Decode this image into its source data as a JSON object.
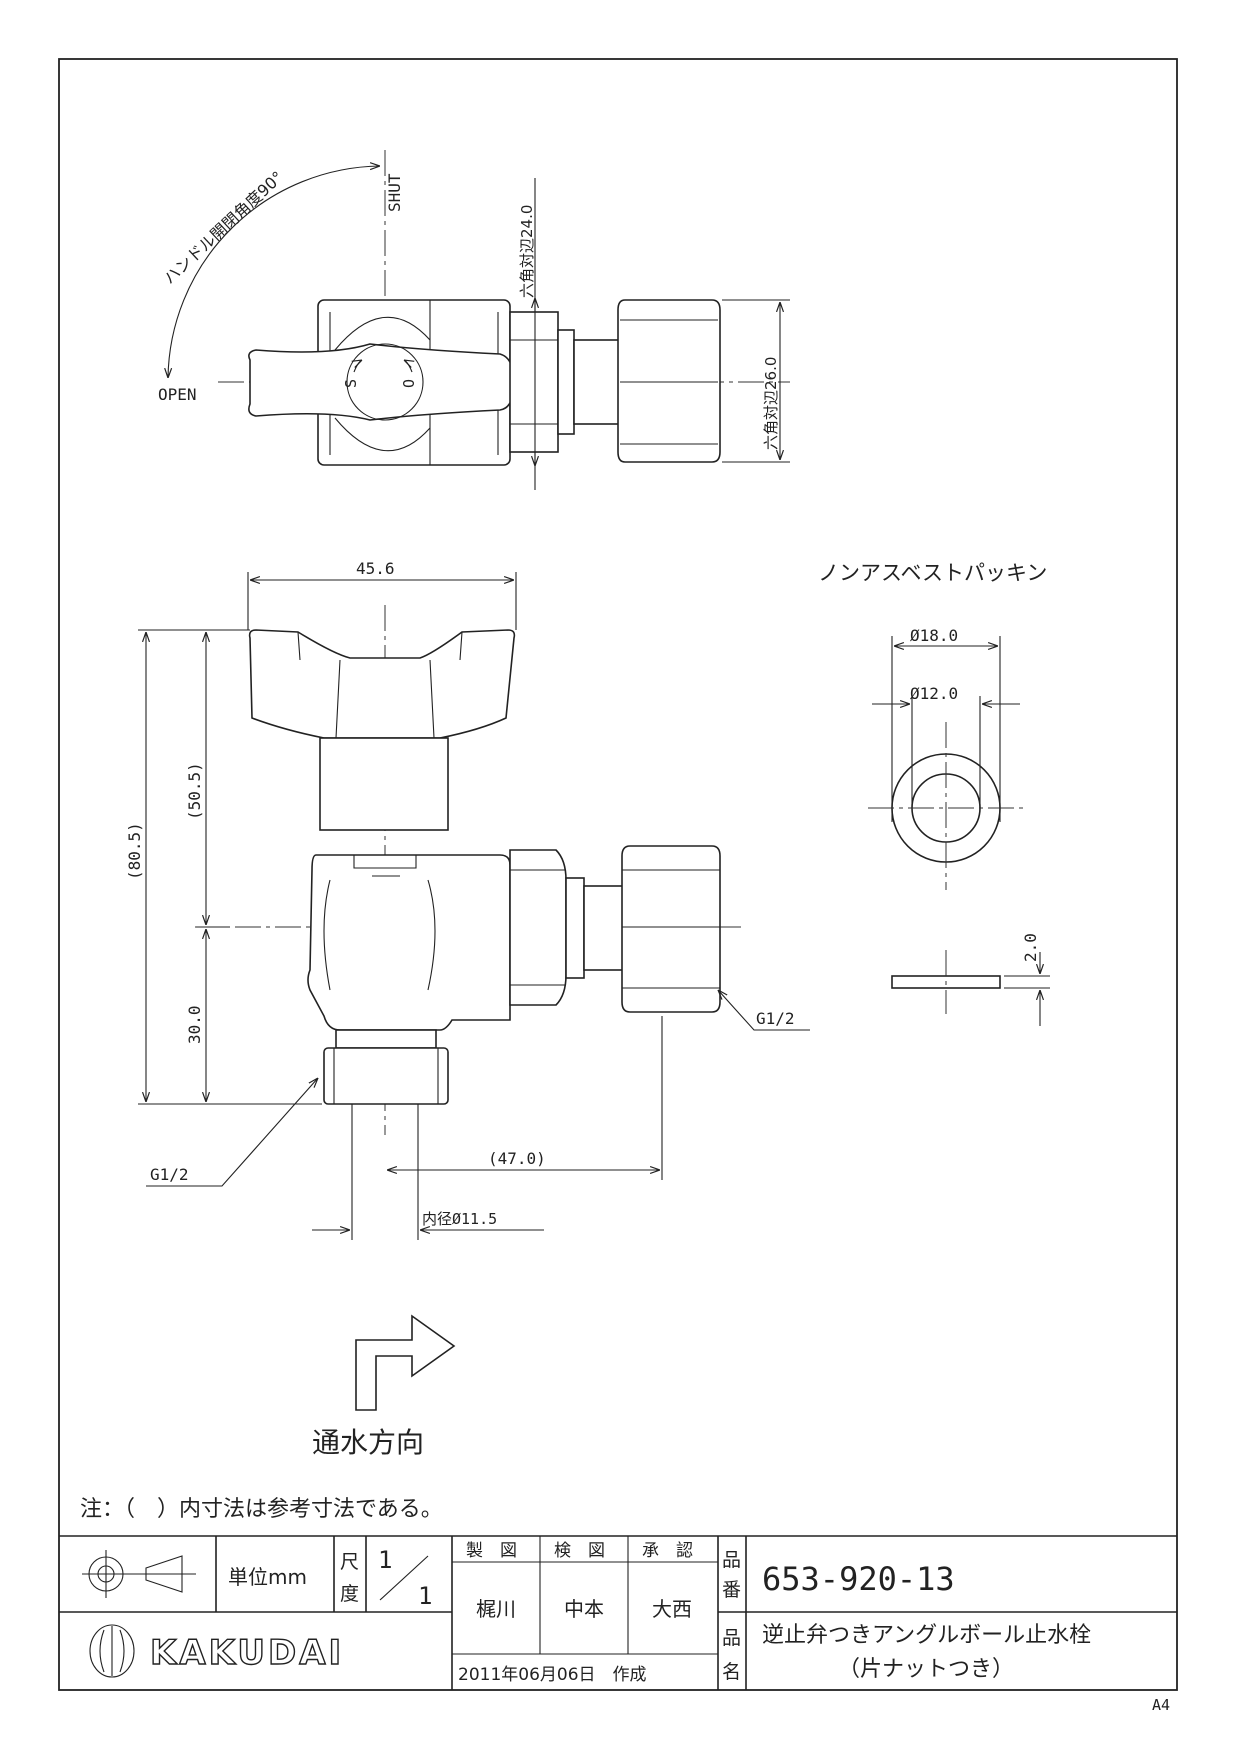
{
  "top_view": {
    "shut_label": "SHUT",
    "open_label": "OPEN",
    "handle_angle_label": "ハンドル開閉角度90°",
    "handle_mark_s": "S",
    "handle_mark_o": "O",
    "hex_small_label": "六角対辺24.0",
    "hex_large_label": "六角対辺26.0"
  },
  "front_view": {
    "width_dim": "45.6",
    "total_height_dim": "(80.5)",
    "upper_height_dim": "(50.5)",
    "lower_height_dim": "30.0",
    "outlet_offset_dim": "(47.0)",
    "inner_diameter_dim": "内径Ø11.5",
    "thread_inlet_label": "G1/2",
    "thread_outlet_label": "G1/2"
  },
  "packing": {
    "title": "ノンアスベストパッキン",
    "outer_dia": "Ø18.0",
    "inner_dia": "Ø12.0",
    "thickness": "2.0"
  },
  "flow": {
    "label": "通水方向"
  },
  "note": "注：（　）内寸法は参考寸法である。",
  "title_block": {
    "unit_label": "単位mm",
    "scale_label_1": "尺",
    "scale_label_2": "度",
    "scale_num": "1",
    "scale_den": "1",
    "drawn_label": "製　図",
    "checked_label": "検　図",
    "approved_label": "承　認",
    "drawn_name": "梶川",
    "checked_name": "中本",
    "approved_name": "大西",
    "date_text": "2011年06月06日　作成",
    "part_no_label_1": "品",
    "part_no_label_2": "番",
    "part_no": "653-920-13",
    "part_name_label_1": "品",
    "part_name_label_2": "名",
    "part_name_line1": "逆止弁つきアングルボール止水栓",
    "part_name_line2": "（片ナットつき）",
    "company": "KAKUDAI",
    "sheet_size": "A4"
  }
}
